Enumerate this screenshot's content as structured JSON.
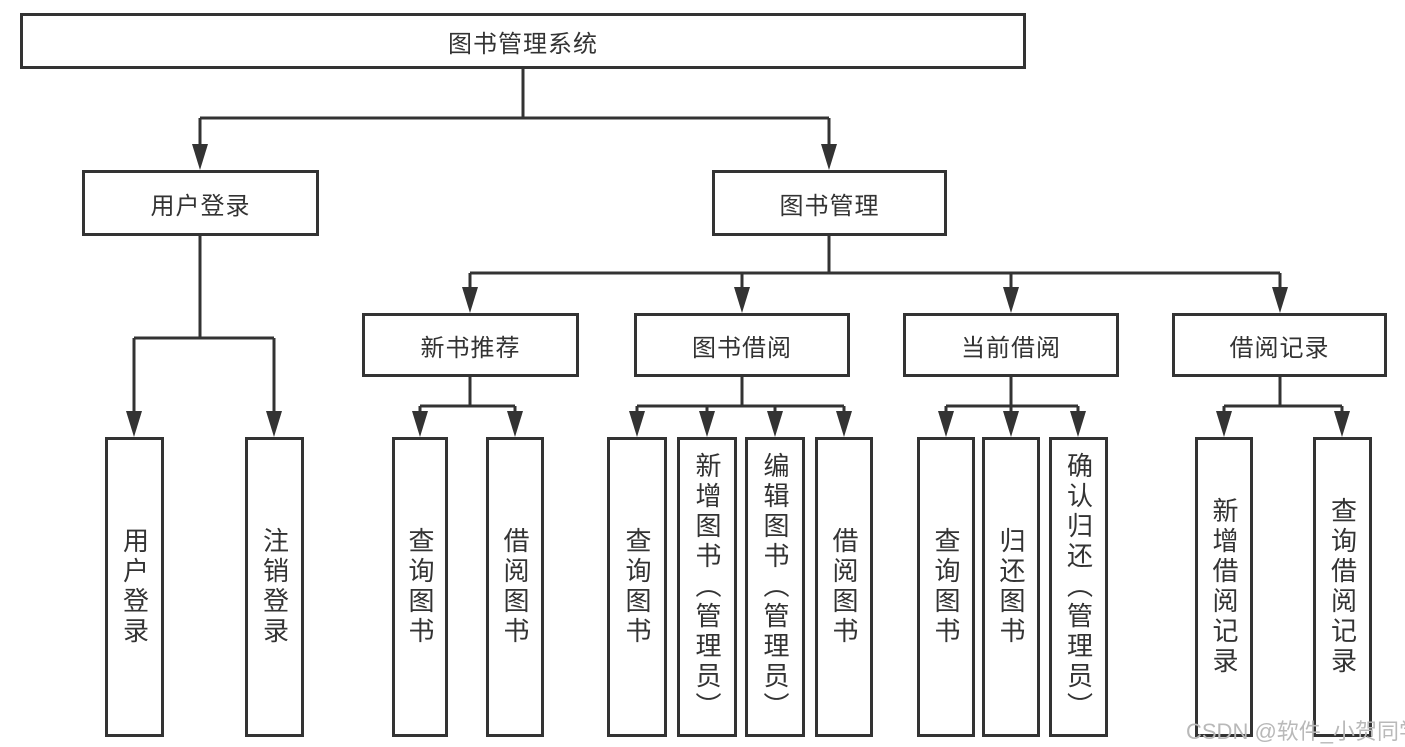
{
  "colors": {
    "line": "#333333",
    "text": "#333333",
    "watermark": "#b9b9b9",
    "background": "#ffffff"
  },
  "nodes": {
    "root": "图书管理系统",
    "user_login": "用户登录",
    "book_management": "图书管理",
    "new_book_rec": "新书推荐",
    "book_borrowing": "图书借阅",
    "current_borrowing": "当前借阅",
    "borrowing_records": "借阅记录",
    "user_login_leaf": "用户登录",
    "logout_leaf": "注销登录",
    "query_books_1": "查询图书",
    "borrow_books_1": "借阅图书",
    "query_books_2": "查询图书",
    "add_books_admin": "新增图书（管理员）",
    "edit_books_admin": "编辑图书（管理员）",
    "borrow_books_2": "借阅图书",
    "query_books_3": "查询图书",
    "return_books": "归还图书",
    "confirm_return_admin": "确认归还（管理员）",
    "add_borrow_record": "新增借阅记录",
    "query_borrow_record": "查询借阅记录"
  },
  "watermark": "CSDN @软件_小贺同学"
}
